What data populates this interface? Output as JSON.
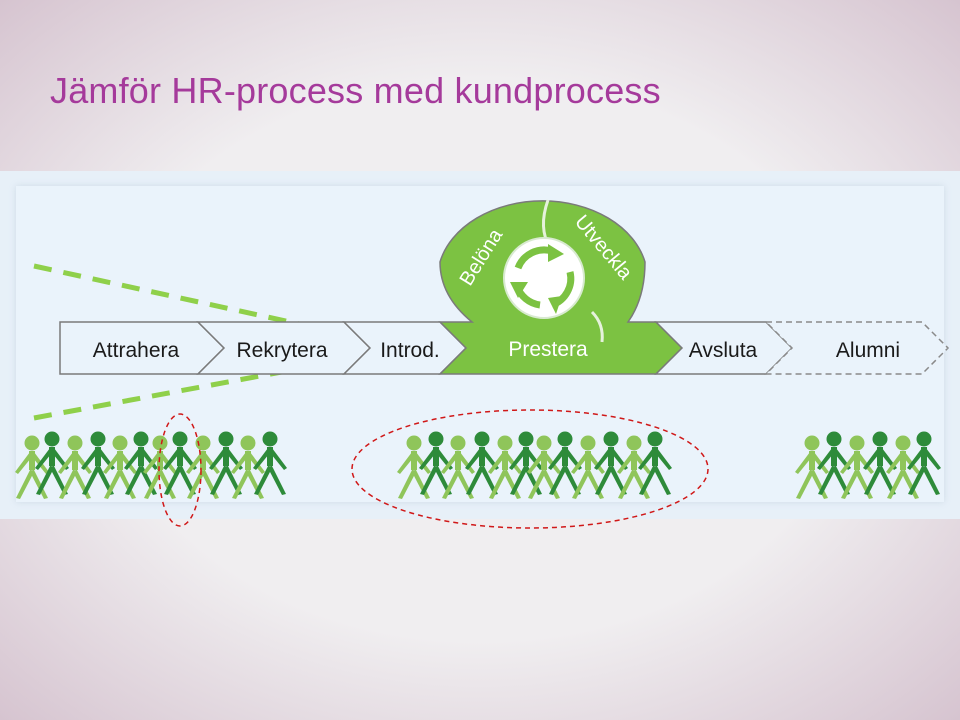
{
  "title": "Jämför HR-process med kundprocess",
  "process_steps": [
    "Attrahera",
    "Rekrytera",
    "Introd.",
    "Prestera",
    "Avsluta",
    "Alumni"
  ],
  "cycle_labels": {
    "left": "Belöna",
    "right": "Utveckla"
  },
  "colors": {
    "title": "#a53a9b",
    "green_main": "#7cc242",
    "green_dark": "#2e8b3a",
    "green_light": "#8fc55a",
    "ellipse": "#d01818"
  }
}
